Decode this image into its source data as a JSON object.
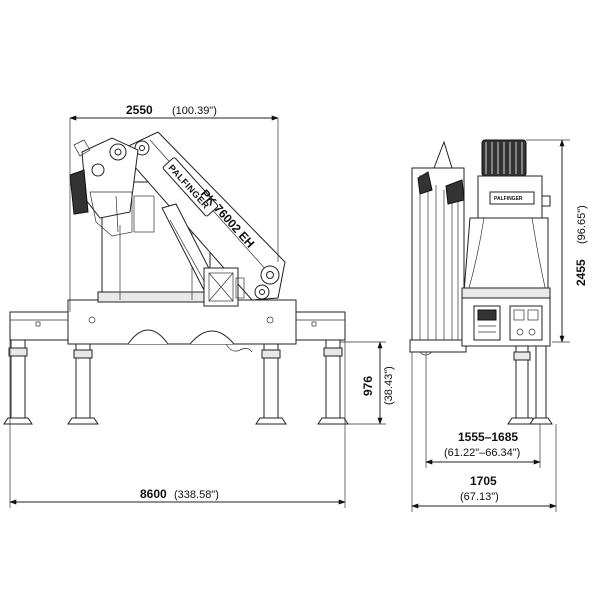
{
  "drawing": {
    "brand_name": "PALFINGER",
    "model_name": "PK 76002 EH",
    "side_plate_label": "PALFINGER",
    "dimensions": {
      "crane_width": {
        "value": "2550",
        "imperial": "(100.39\")"
      },
      "outrigger_span": {
        "value": "8600",
        "imperial": "(338.58\")"
      },
      "leg_height": {
        "value": "976",
        "imperial": "(38.43\")"
      },
      "overall_height": {
        "value": "2455",
        "imperial": "(96.65\")"
      },
      "mount_range": {
        "value": "1555–1685",
        "imperial": "(61.22\"–66.34\")"
      },
      "overall_depth": {
        "value": "1705",
        "imperial": "(67.13\")"
      }
    }
  }
}
